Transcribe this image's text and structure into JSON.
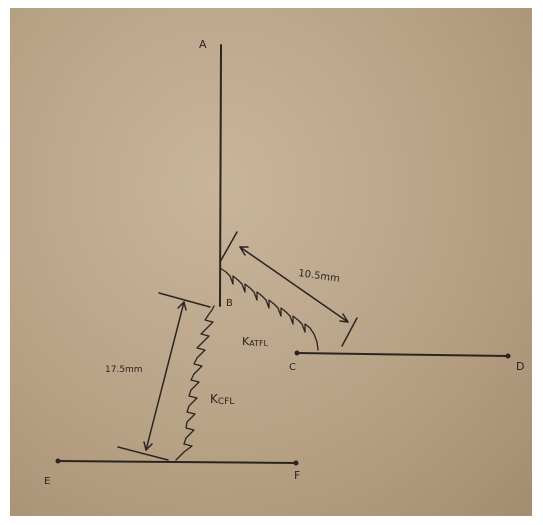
{
  "diagram": {
    "points": {
      "a": "A",
      "b": "B",
      "c": "C",
      "d": "D",
      "e": "E",
      "f": "F"
    },
    "dimensions": {
      "top_spring_length": "10.5mm",
      "bottom_spring_length": "17.5mm"
    },
    "springs": {
      "top_label_main": "K",
      "top_label_sub": "ATFL",
      "bottom_label_main": "K",
      "bottom_label_sub": "CFL"
    }
  },
  "colors": {
    "paper": "#b8a286",
    "ink": "#2b2420",
    "border": "#ffffff"
  }
}
